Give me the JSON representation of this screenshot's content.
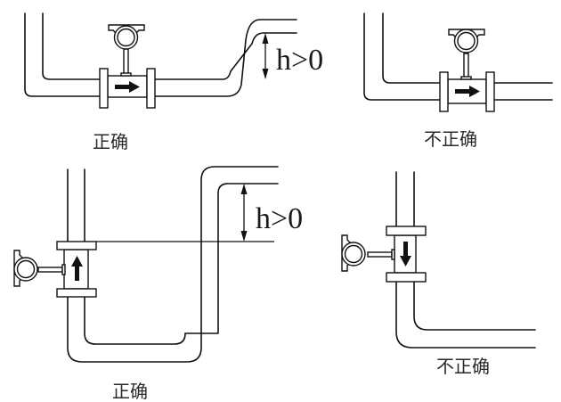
{
  "title": "Flowmeter installation position examples",
  "panels": [
    {
      "id": "top-left",
      "orientation": "horizontal",
      "flow_direction": "right",
      "verdict": "正确",
      "verdict_meaning": "correct",
      "dimension_label": "h>0"
    },
    {
      "id": "top-right",
      "orientation": "horizontal",
      "flow_direction": "right",
      "verdict": "不正确",
      "verdict_meaning": "incorrect"
    },
    {
      "id": "bottom-left",
      "orientation": "vertical",
      "flow_direction": "up",
      "verdict": "正确",
      "verdict_meaning": "correct",
      "dimension_label": "h>0"
    },
    {
      "id": "bottom-right",
      "orientation": "vertical",
      "flow_direction": "down",
      "verdict": "不正确",
      "verdict_meaning": "incorrect"
    }
  ],
  "colors": {
    "line": "#111111",
    "text": "#2a2a2a",
    "background": "#ffffff"
  }
}
